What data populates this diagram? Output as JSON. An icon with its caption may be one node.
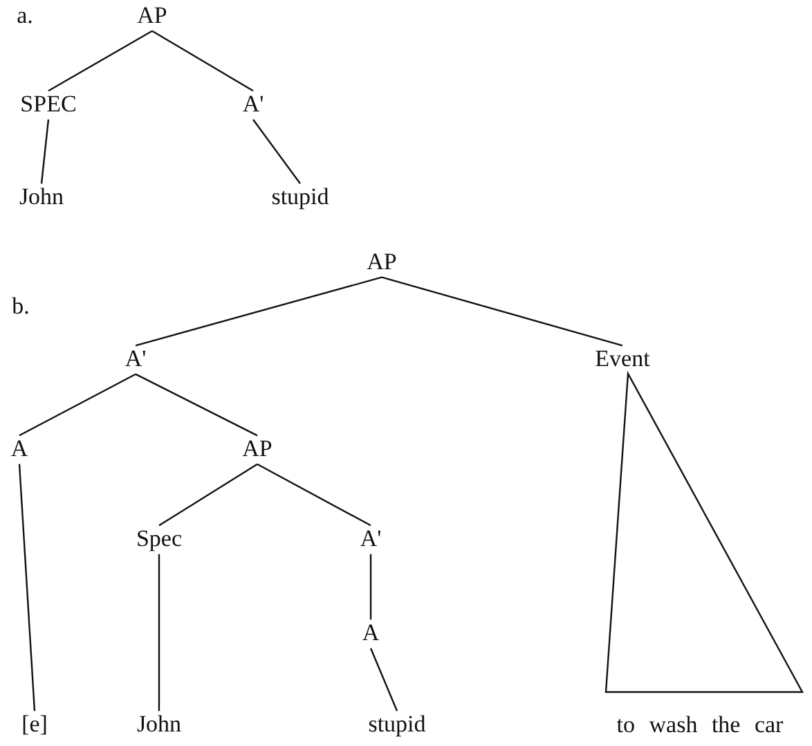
{
  "diagram": {
    "nodes": [
      {
        "text": [
          "AP"
        ]
      },
      {
        "text": [
          "SPEC"
        ]
      },
      {
        "text": [
          "A'"
        ]
      },
      {
        "text": [
          "John"
        ]
      },
      {
        "text": [
          "stupid"
        ]
      },
      {
        "text": [
          "AP"
        ]
      },
      {
        "text": [
          "A'"
        ]
      },
      {
        "text": [
          "Event"
        ]
      },
      {
        "text": [
          "A"
        ]
      },
      {
        "text": [
          "AP"
        ]
      },
      {
        "text": [
          "Spec"
        ]
      },
      {
        "text": [
          "A'"
        ]
      },
      {
        "text": [
          "A"
        ]
      },
      {
        "text": [
          "[e]"
        ]
      },
      {
        "text": [
          "John"
        ]
      },
      {
        "text": [
          "stupid"
        ]
      },
      {
        "text": [],
        "shape": "triangle",
        "beside": [
          "to wash the car"
        ]
      }
    ],
    "edges": [
      {
        "from": 0,
        "to": 1,
        "arrow": "none"
      },
      {
        "from": 0,
        "to": 2,
        "arrow": "none"
      },
      {
        "from": 1,
        "to": 3,
        "arrow": "none"
      },
      {
        "from": 2,
        "to": 4,
        "arrow": "none"
      },
      {
        "from": 5,
        "to": 6,
        "arrow": "none"
      },
      {
        "from": 5,
        "to": 7,
        "arrow": "none"
      },
      {
        "from": 6,
        "to": 8,
        "arrow": "none"
      },
      {
        "from": 6,
        "to": 9,
        "arrow": "none"
      },
      {
        "from": 8,
        "to": 13,
        "arrow": "none"
      },
      {
        "from": 9,
        "to": 10,
        "arrow": "none"
      },
      {
        "from": 9,
        "to": 11,
        "arrow": "none"
      },
      {
        "from": 10,
        "to": 14,
        "arrow": "none"
      },
      {
        "from": 11,
        "to": 12,
        "arrow": "none"
      },
      {
        "from": 12,
        "to": 15,
        "arrow": "none"
      }
    ],
    "labels": [
      "a.",
      "b."
    ]
  }
}
